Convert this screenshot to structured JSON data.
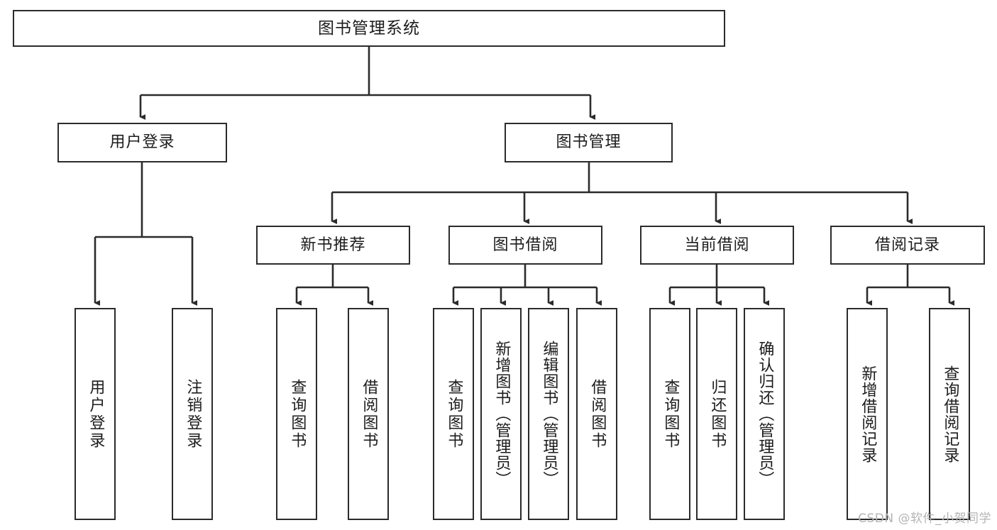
{
  "diagram": {
    "title": "图书管理系统",
    "watermark": "CSDN @软件_小贺同学",
    "line_color": "#2b2b2b",
    "box_fill": "#ffffff",
    "text_color": "#1c1c1c",
    "watermark_color": "#b4b4b4",
    "root": {
      "label": "图书管理系统"
    },
    "level2": [
      {
        "label": "用户登录"
      },
      {
        "label": "图书管理"
      }
    ],
    "level3": [
      {
        "label": "新书推荐"
      },
      {
        "label": "图书借阅"
      },
      {
        "label": "当前借阅"
      },
      {
        "label": "借阅记录"
      }
    ],
    "leaves": [
      {
        "label": "用户登录",
        "parent": "用户登录"
      },
      {
        "label": "注销登录",
        "parent": "用户登录"
      },
      {
        "label": "查询图书",
        "parent": "新书推荐"
      },
      {
        "label": "借阅图书",
        "parent": "新书推荐"
      },
      {
        "label": "查询图书",
        "parent": "图书借阅"
      },
      {
        "label": "新增图书（管理员）",
        "parent": "图书借阅"
      },
      {
        "label": "编辑图书（管理员）",
        "parent": "图书借阅"
      },
      {
        "label": "借阅图书",
        "parent": "图书借阅"
      },
      {
        "label": "查询图书",
        "parent": "当前借阅"
      },
      {
        "label": "归还图书",
        "parent": "当前借阅"
      },
      {
        "label": "确认归还（管理员）",
        "parent": "当前借阅"
      },
      {
        "label": "新增借阅记录",
        "parent": "借阅记录"
      },
      {
        "label": "查询借阅记录",
        "parent": "借阅记录"
      }
    ]
  }
}
